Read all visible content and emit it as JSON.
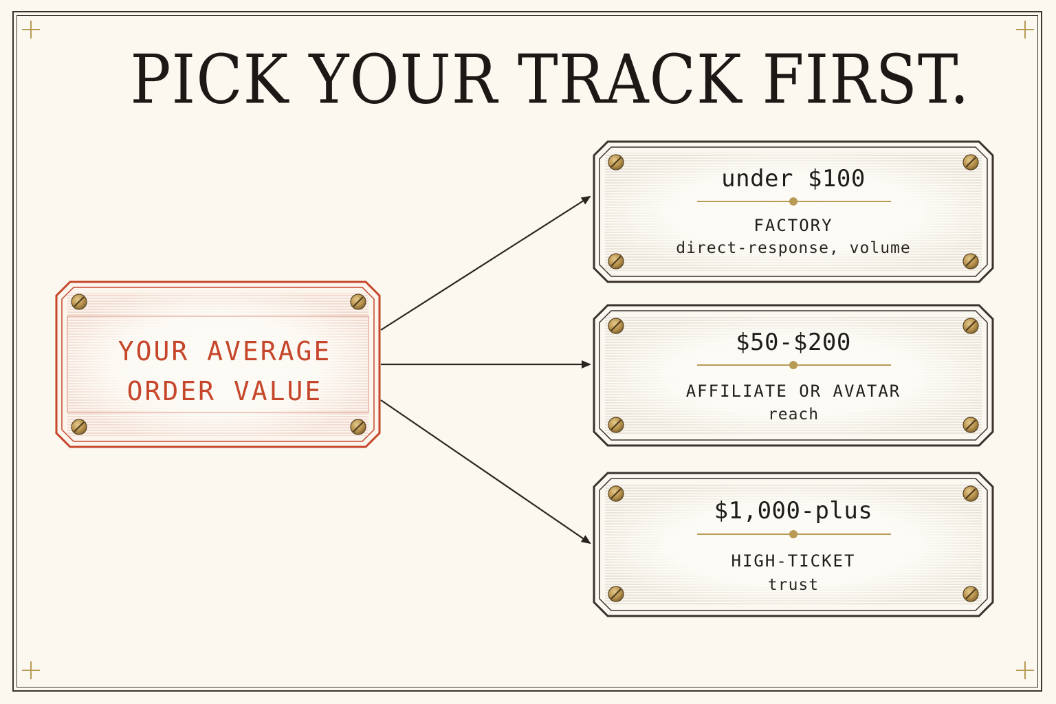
{
  "title": "PICK YOUR TRACK FIRST.",
  "colors": {
    "background": "#fbf8f0",
    "ink": "#3a322c",
    "accent_red": "#c5462a",
    "brass": "#b89a55"
  },
  "source": {
    "line1": "YOUR AVERAGE",
    "line2": "ORDER VALUE"
  },
  "tracks": [
    {
      "value": "under $100",
      "label": "FACTORY",
      "sub": "direct-response, volume"
    },
    {
      "value": "$50-$200",
      "label": "AFFILIATE OR AVATAR",
      "sub": "reach"
    },
    {
      "value": "$1,000-plus",
      "label": "HIGH-TICKET",
      "sub": "trust"
    }
  ]
}
